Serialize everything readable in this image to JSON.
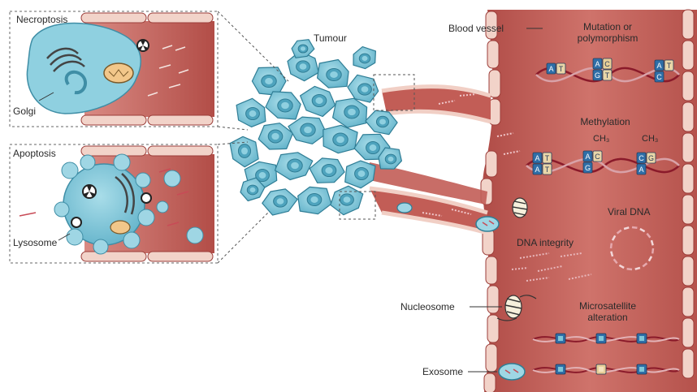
{
  "labels": {
    "necroptosis": "Necroptosis",
    "golgi": "Golgi",
    "apoptosis": "Apoptosis",
    "lysosome": "Lysosome",
    "tumour": "Tumour",
    "blood_vessel": "Blood vessel",
    "mutation": "Mutation or\npolymorphism",
    "methylation": "Methylation",
    "ch3_a": "CH₃",
    "ch3_b": "CH₃",
    "viral_dna": "Viral DNA",
    "dna_integrity": "DNA integrity",
    "nucleosome": "Nucleosome",
    "microsatellite": "Microsatellite\nalteration",
    "exosome": "Exosome"
  },
  "base_tiles": {
    "mutation_left": [
      "A",
      "T"
    ],
    "mutation_mid": [
      "A",
      "C",
      "G",
      "T"
    ],
    "mutation_right": [
      "A",
      "T",
      "C"
    ],
    "methyl_left": [
      "A",
      "T",
      "A",
      "T"
    ],
    "methyl_mid": [
      "A",
      "C",
      "G"
    ],
    "methyl_right": [
      "C",
      "G",
      "A"
    ]
  },
  "colors": {
    "vessel": "#c4615a",
    "vessel_dark": "#a8443f",
    "vessel_wall": "#f1cfc5",
    "cell": "#7ec6d8",
    "cell_dark": "#3f8ea6",
    "dna_strand": "#8a1a2a",
    "tile_blue": "#2f6fa8",
    "tile_tan": "#e8cf98"
  }
}
